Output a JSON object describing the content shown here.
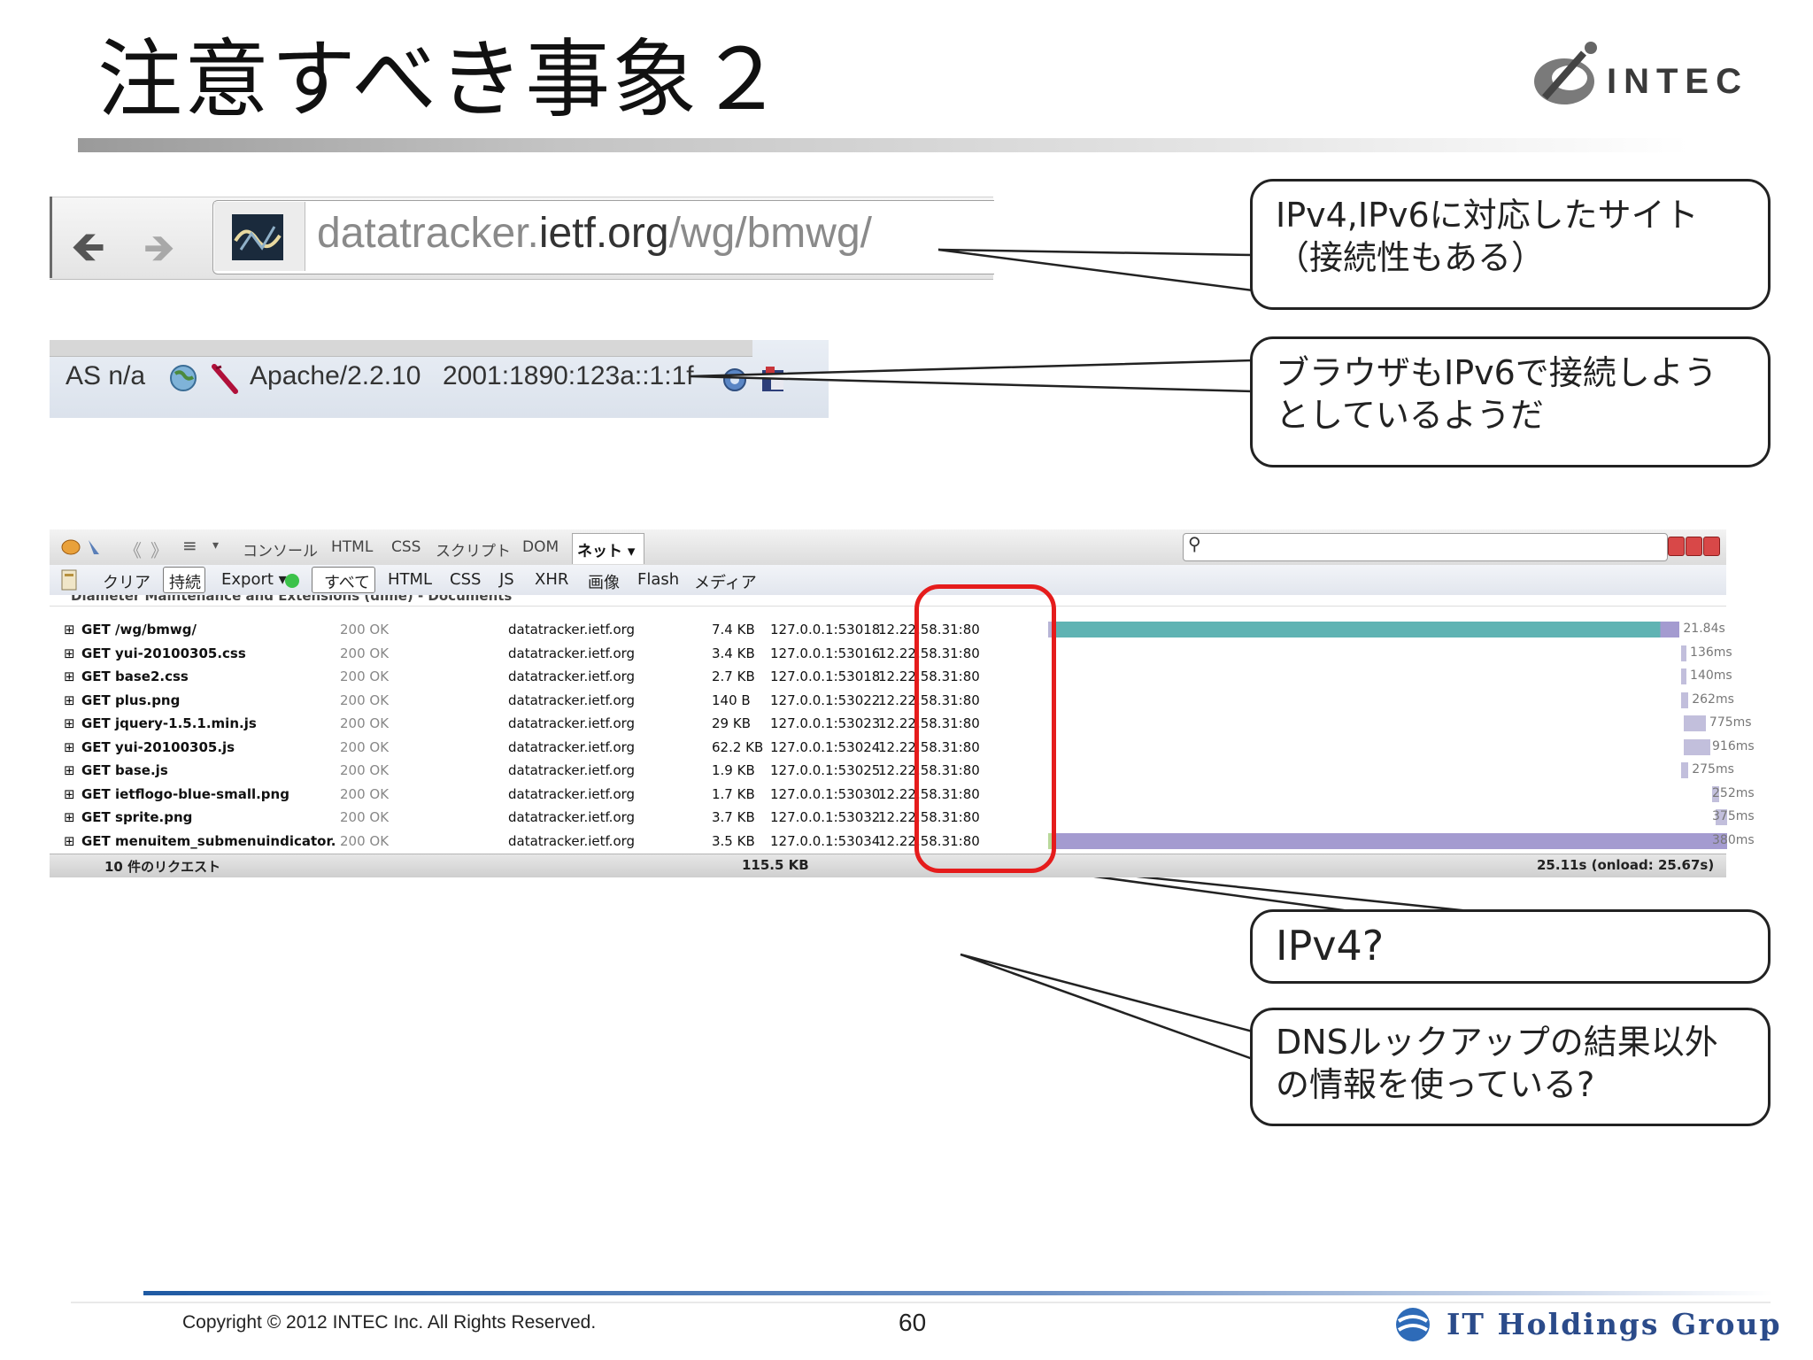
{
  "slide": {
    "title": "注意すべき事象２"
  },
  "logo": {
    "text": "INTEC"
  },
  "browser": {
    "url_host_dim": "datatracker.",
    "url_host_strong": "ietf.org",
    "url_path": "/wg/bmwg/"
  },
  "statusbar": {
    "as": "AS n/a",
    "server": "Apache/2.2.10",
    "ip": "2001:1890:123a::1:1f"
  },
  "callouts": {
    "c1": {
      "line1": "IPv4,IPv6に対応したサイト",
      "line2": "（接続性もある）"
    },
    "c2": {
      "line1": "ブラウザもIPv6で接続しよう",
      "line2": "としているようだ"
    },
    "c3": {
      "line1": "IPv4?"
    },
    "c4": {
      "line1": "DNSルックアップの結果以外",
      "line2": "の情報を使っている?"
    }
  },
  "firebug": {
    "tabs": [
      "コンソール",
      "HTML",
      "CSS",
      "スクリプト",
      "DOM",
      "ネット ▾"
    ],
    "filters": [
      "クリア",
      "持続",
      "Export ▾",
      "すべて",
      "HTML",
      "CSS",
      "JS",
      "XHR",
      "画像",
      "Flash",
      "メディア"
    ],
    "cut_row": "Diameter Maintenance and Extensions (dime) - Documents",
    "rows": [
      {
        "req": "GET /wg/bmwg/",
        "status": "200 OK",
        "domain": "datatracker.ietf.org",
        "size": "7.4 KB",
        "local": "127.0.0.1:53018",
        "remote": "12.22.58.31:80",
        "time": "21.84s",
        "start": 0.0,
        "len": 0.87
      },
      {
        "req": "GET yui-20100305.css",
        "status": "200 OK",
        "domain": "datatracker.ietf.org",
        "size": "3.4 KB",
        "local": "127.0.0.1:53016",
        "remote": "12.22.58.31:80",
        "time": "136ms",
        "start": 0.872,
        "len": 0.006
      },
      {
        "req": "GET base2.css",
        "status": "200 OK",
        "domain": "datatracker.ietf.org",
        "size": "2.7 KB",
        "local": "127.0.0.1:53018",
        "remote": "12.22.58.31:80",
        "time": "140ms",
        "start": 0.872,
        "len": 0.006
      },
      {
        "req": "GET plus.png",
        "status": "200 OK",
        "domain": "datatracker.ietf.org",
        "size": "140 B",
        "local": "127.0.0.1:53022",
        "remote": "12.22.58.31:80",
        "time": "262ms",
        "start": 0.872,
        "len": 0.01
      },
      {
        "req": "GET jquery-1.5.1.min.js",
        "status": "200 OK",
        "domain": "datatracker.ietf.org",
        "size": "29 KB",
        "local": "127.0.0.1:53023",
        "remote": "12.22.58.31:80",
        "time": "775ms",
        "start": 0.876,
        "len": 0.03
      },
      {
        "req": "GET yui-20100305.js",
        "status": "200 OK",
        "domain": "datatracker.ietf.org",
        "size": "62.2 KB",
        "local": "127.0.0.1:53024",
        "remote": "12.22.58.31:80",
        "time": "916ms",
        "start": 0.876,
        "len": 0.036
      },
      {
        "req": "GET base.js",
        "status": "200 OK",
        "domain": "datatracker.ietf.org",
        "size": "1.9 KB",
        "local": "127.0.0.1:53025",
        "remote": "12.22.58.31:80",
        "time": "275ms",
        "start": 0.872,
        "len": 0.01
      },
      {
        "req": "GET ietflogo-blue-small.png",
        "status": "200 OK",
        "domain": "datatracker.ietf.org",
        "size": "1.7 KB",
        "local": "127.0.0.1:53030",
        "remote": "12.22.58.31:80",
        "time": "252ms",
        "start": 0.915,
        "len": 0.01
      },
      {
        "req": "GET sprite.png",
        "status": "200 OK",
        "domain": "datatracker.ietf.org",
        "size": "3.7 KB",
        "local": "127.0.0.1:53032",
        "remote": "12.22.58.31:80",
        "time": "375ms",
        "start": 0.92,
        "len": 0.015
      },
      {
        "req": "GET menuitem_submenuindicator.",
        "status": "200 OK",
        "domain": "datatracker.ietf.org",
        "size": "3.5 KB",
        "local": "127.0.0.1:53034",
        "remote": "12.22.58.31:80",
        "time": "380ms",
        "start": 0.0,
        "len": 0.935
      }
    ],
    "footer": {
      "count": "10 件のリクエスト",
      "total": "115.5 KB",
      "time": "25.11s (onload: 25.67s)"
    }
  },
  "footer": {
    "copyright": "Copyright © 2012 INTEC Inc. All Rights Reserved.",
    "page": "60",
    "group": "IT Holdings Group"
  },
  "colors": {
    "highlight": "#e51c1c",
    "timeline_main": "#5fb3b3",
    "timeline_light": "#b7b4d6",
    "timeline_bar": "#a49bd0"
  }
}
